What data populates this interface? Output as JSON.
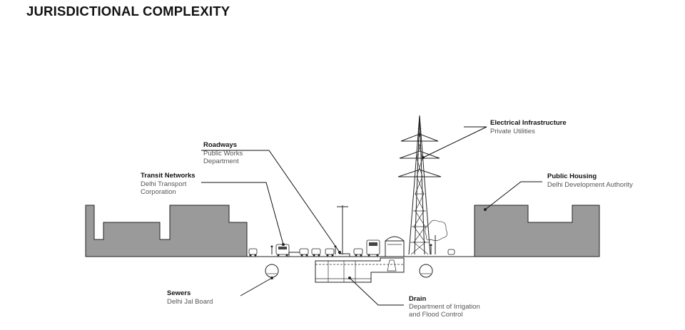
{
  "title": "JURISDICTIONAL COMPLEXITY",
  "labels": {
    "electrical": {
      "heading": "Electrical Infrastructure",
      "lines": [
        "Private Utilities"
      ]
    },
    "roadways": {
      "heading": "Roadways",
      "lines": [
        "Public Works",
        "Department"
      ]
    },
    "transit": {
      "heading": "Transit Networks",
      "lines": [
        "Delhi Transport",
        "Corporation"
      ]
    },
    "housing": {
      "heading": "Public Housing",
      "lines": [
        "Delhi Development Authority"
      ]
    },
    "sewers": {
      "heading": "Sewers",
      "lines": [
        "Delhi Jal Board"
      ]
    },
    "drain": {
      "heading": "Drain",
      "lines": [
        "Department of Irrigation",
        "and Flood Control"
      ]
    }
  },
  "colors": {
    "building_fill": "#9a9a9a",
    "line": "#222222",
    "text_sub": "#555555"
  }
}
